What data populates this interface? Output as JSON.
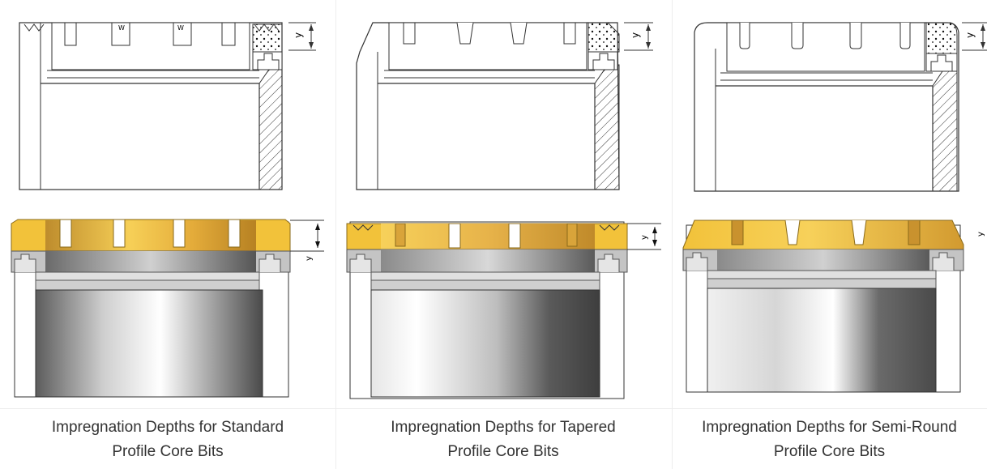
{
  "cards": [
    {
      "caption_line1": "Impregnation Depths for Standard",
      "caption_line2": "Profile Core Bits",
      "dimension_label": "y"
    },
    {
      "caption_line1": "Impregnation Depths for Tapered",
      "caption_line2": "Profile Core Bits",
      "dimension_label": "y"
    },
    {
      "caption_line1": "Impregnation Depths for Semi-Round",
      "caption_line2": "Profile Core Bits",
      "dimension_label": "y"
    }
  ],
  "colors": {
    "crown_gold": "#f2c23a",
    "crown_dark": "#b8862b",
    "steel_light": "#f2f2f2",
    "steel_dark": "#6e6e6e",
    "outline": "#333333"
  }
}
